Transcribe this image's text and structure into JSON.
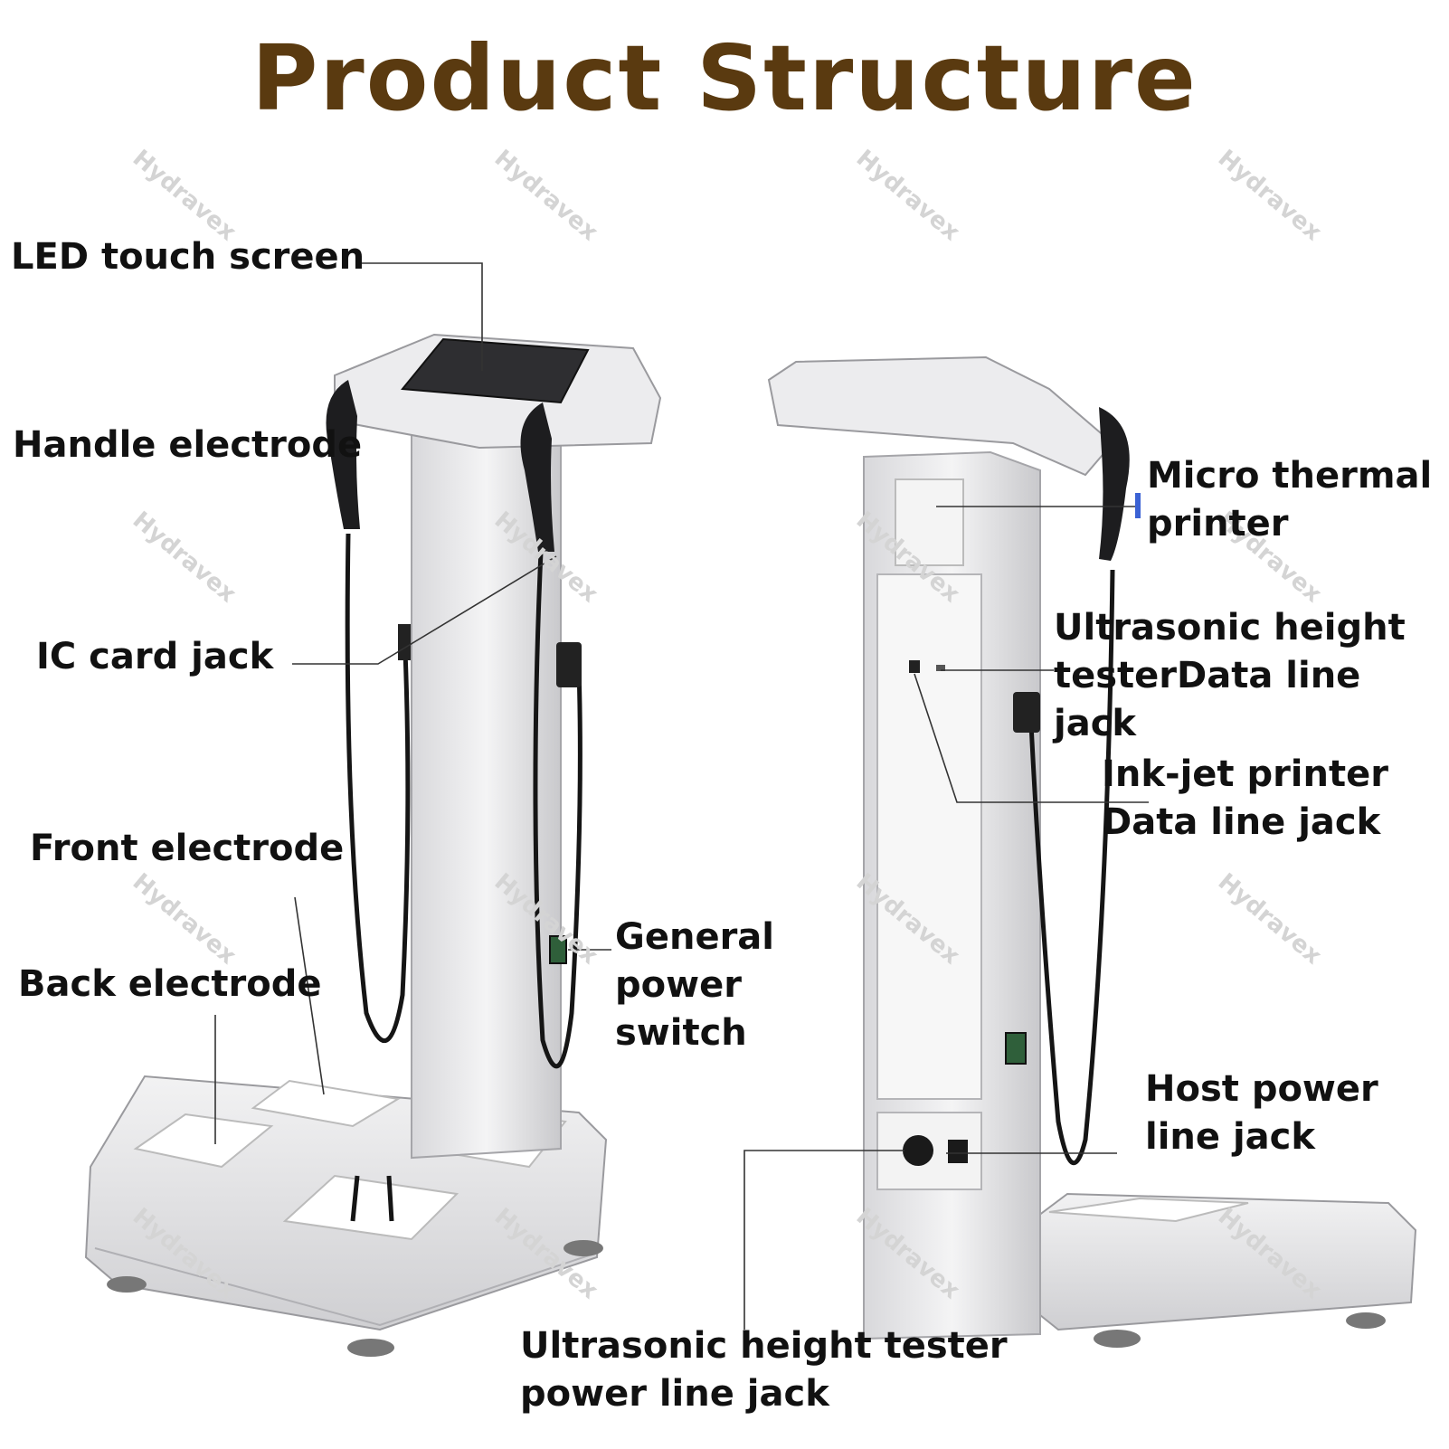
{
  "title": "Product Structure",
  "watermark": "Hydravex",
  "labels": {
    "led_touch_screen": "LED touch screen",
    "handle_electrode": "Handle electrode",
    "ic_card_jack": "IC card jack",
    "front_electrode": "Front electrode",
    "back_electrode": "Back electrode",
    "general_power_switch": "General\npower\nswitch",
    "micro_thermal_printer": "Micro thermal\nprinter",
    "ultrasonic_data_jack": "Ultrasonic height\ntesterData line jack",
    "inkjet_data_jack": "Ink-jet printer\nData line jack",
    "host_power_jack": "Host power\nline jack",
    "ultrasonic_power_jack": "Ultrasonic height tester\npower line jack"
  },
  "colors": {
    "title": "#5a3a10",
    "label": "#111111",
    "leader": "#333333",
    "device_body": "#e6e6e8",
    "cable": "#151515",
    "watermark": "#d4d4d4"
  }
}
